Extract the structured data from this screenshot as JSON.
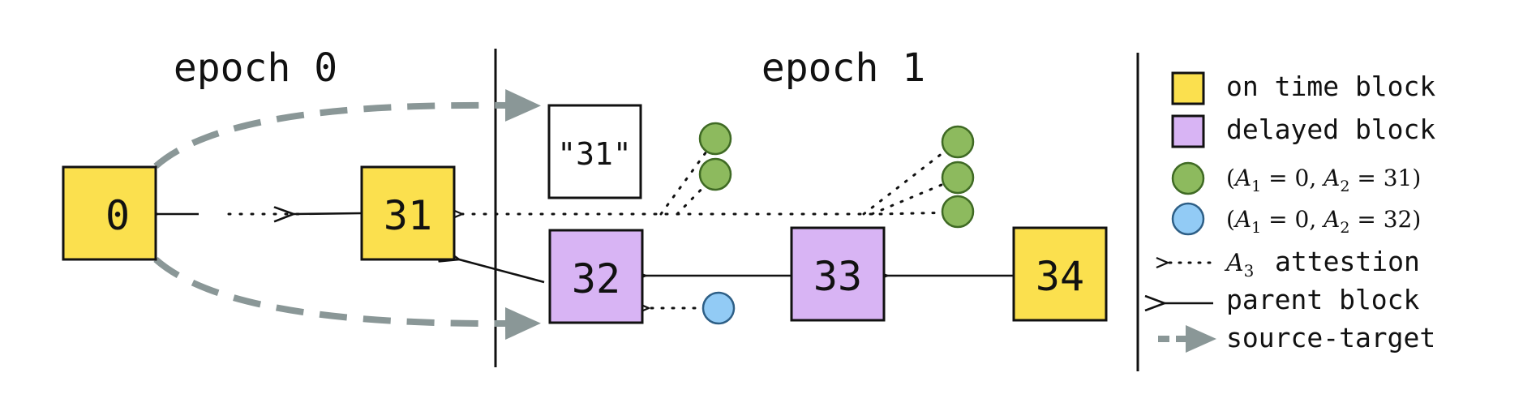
{
  "colors": {
    "on_time": "#fbe04e",
    "delayed": "#d8b4f4",
    "green": "#8dba5e",
    "green_stroke": "#3f6a24",
    "blue": "#92cbf5",
    "blue_stroke": "#2e5f86",
    "source_target": "#8a9797",
    "ink": "#111111"
  },
  "headers": {
    "epoch0": "epoch 0",
    "epoch1": "epoch 1"
  },
  "blocks": {
    "b0": "0",
    "b31": "31",
    "ghost31": "\"31\"",
    "b32": "32",
    "b33": "33",
    "b34": "34"
  },
  "legend": {
    "on_time": "on time block",
    "delayed": "delayed block",
    "green_vote": {
      "prefix": "(",
      "a1": "A",
      "a1_sub": "1",
      "eq1": " = 0, ",
      "a2": "A",
      "a2_sub": "2",
      "eq2": " = 31)"
    },
    "blue_vote": {
      "prefix": "(",
      "a1": "A",
      "a1_sub": "1",
      "eq1": " = 0, ",
      "a2": "A",
      "a2_sub": "2",
      "eq2": " = 32)"
    },
    "attestation_symbol": "A",
    "attestation_sub": "3",
    "attestation_text": "attestion",
    "parent": "parent block",
    "source_target": "source-target"
  }
}
